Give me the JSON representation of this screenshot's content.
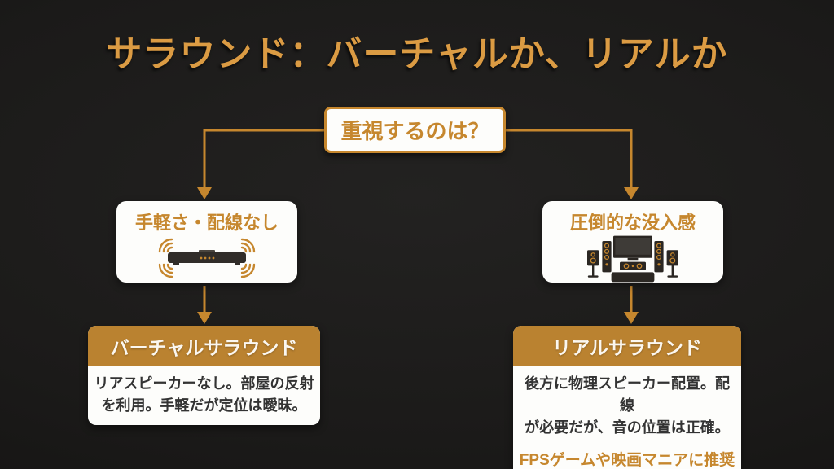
{
  "slide": {
    "title": "サラウンド：バーチャルか、リアルか",
    "decision": {
      "label": "重視するのは？"
    },
    "options": [
      {
        "title": "手軽さ・配線なし",
        "icon": "soundbar-icon"
      },
      {
        "title": "圧倒的な没入感",
        "icon": "home-theater-icon"
      }
    ],
    "results": [
      {
        "header": "バーチャルサラウンド",
        "body_lines": [
          "リアスピーカーなし。部屋の反射",
          "を利用。手軽だが定位は曖昧。"
        ]
      },
      {
        "header": "リアルサラウンド",
        "body_lines": [
          "後方に物理スピーカー配置。配線",
          "が必要だが、音の位置は正確。"
        ],
        "note": "FPSゲームや映画マニアに推奨"
      }
    ],
    "colors": {
      "accent": "#C6872E",
      "title_gold": "#DB9B43",
      "header_bg": "#BA8230",
      "card_bg": "#FDFDFB",
      "body_text": "#333333",
      "background": "#1B1A19"
    }
  }
}
